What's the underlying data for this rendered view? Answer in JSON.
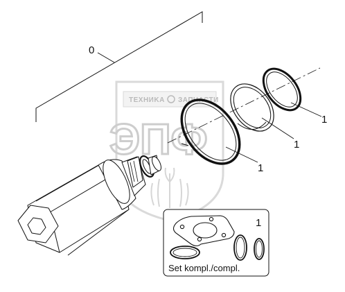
{
  "callouts": {
    "assembly": "0",
    "ring_top": "1",
    "ring_mid": "1",
    "ring_large": "1",
    "kit": "1"
  },
  "kit_box": {
    "label": "Set kompl./compl."
  },
  "watermark": {
    "banner_left": "TEXHИKA",
    "banner_right": "ЗАПЧАСТИ",
    "big_letters": "ЭПФ"
  }
}
